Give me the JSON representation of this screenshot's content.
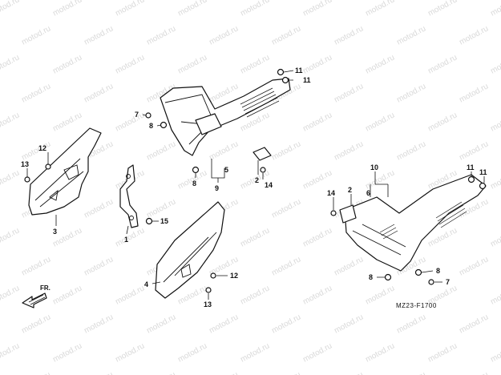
{
  "watermark": "motod.ru",
  "diagram_code": "MZ23-F1700",
  "direction_label": "FR.",
  "callouts": [
    "1",
    "2",
    "3",
    "4",
    "5",
    "6",
    "7",
    "8",
    "9",
    "10",
    "11",
    "12",
    "13",
    "14",
    "15"
  ]
}
